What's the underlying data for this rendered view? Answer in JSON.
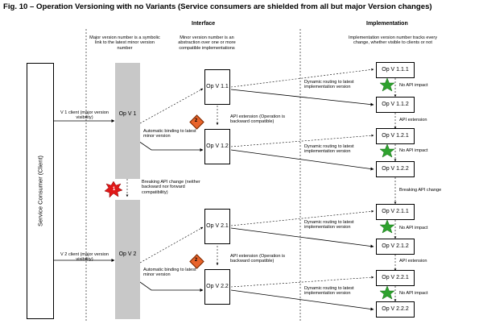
{
  "title": "Fig. 10 – Operation Versioning with no Variants (Service consumers are shielded from all but major Version changes)",
  "headers": {
    "interface": "Interface",
    "implementation": "Implementation"
  },
  "notes": {
    "major": "Major version number is a symbolic link to the latest minor version number",
    "minor": "Minor version number is an abstraction over one or more compatible implementations",
    "impl": "Implementation version number tracks every change, whether visible to clients or not"
  },
  "consumer": "Service Consumer (Client)",
  "clients": [
    {
      "label": "V 1 client (major version visibility)"
    },
    {
      "label": "V 2 client (major version visibility)"
    }
  ],
  "major_ops": [
    {
      "label": "Op V 1"
    },
    {
      "label": "Op V 2"
    }
  ],
  "minor_ops": [
    {
      "label": "Op V 1.1"
    },
    {
      "label": "Op V 1.2"
    },
    {
      "label": "Op V 2.1"
    },
    {
      "label": "Op V 2.2"
    }
  ],
  "impl_ops": [
    {
      "label": "Op V 1.1.1"
    },
    {
      "label": "Op V 1.1.2"
    },
    {
      "label": "Op V 1.2.1"
    },
    {
      "label": "Op V 1.2.2"
    },
    {
      "label": "Op V 2.1.1"
    },
    {
      "label": "Op V 2.1.2"
    },
    {
      "label": "Op V 2.2.1"
    },
    {
      "label": "Op V 2.2.2"
    }
  ],
  "labels": {
    "auto_binding": "Automatic binding to latest minor version",
    "api_ext_minor": "API extension (Operation is backward compatible)",
    "dyn_routing": "Dynamic routing to latest implementation version",
    "no_impact": "No API impact",
    "api_ext": "API extension",
    "breaking_impl": "Breaking API change",
    "breaking_iface": "Breaking API change (neither backward nor forward compatibility)"
  },
  "badges": [
    "1",
    "2",
    "2"
  ]
}
